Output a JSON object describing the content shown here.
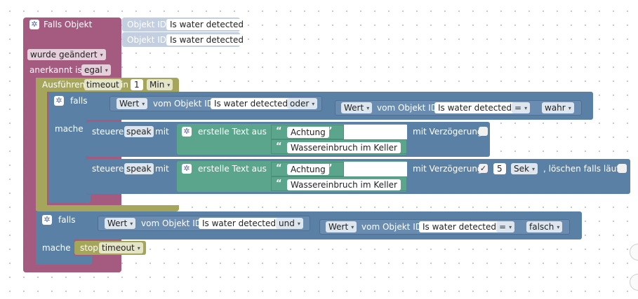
{
  "trigger": {
    "title": "Falls Objekt",
    "object_label_1": "Objekt ID",
    "object_value_1": "Is water detected",
    "object_label_2": "Objekt ID",
    "object_value_2": "Is water detected",
    "changed_value": "wurde geändert",
    "ack_label": "anerkannt ist",
    "ack_value": "egal"
  },
  "timeout_block": {
    "label": "Ausführen",
    "name": "timeout",
    "in_label": "in",
    "amount": "1",
    "unit": "Min"
  },
  "if_block_1": {
    "if_label": "falls",
    "do_label": "mache",
    "left_value": "Wert",
    "left_from": "vom Objekt ID",
    "left_object": "Is water detected",
    "operator": "oder",
    "right_value": "Wert",
    "right_from": "vom Objekt ID",
    "right_object": "Is water detected",
    "compare": "=",
    "compare_to": "wahr"
  },
  "speak_1": {
    "control_label": "steuere",
    "target": "speak",
    "with_label": "mit",
    "text_label": "erstelle Text aus",
    "text_1": "Achtung",
    "text_2": "Wassereinbruch im Keller",
    "delay_label": "mit Verzögerung"
  },
  "speak_2": {
    "control_label": "steuere",
    "target": "speak",
    "with_label": "mit",
    "text_label": "erstelle Text aus",
    "text_1": "Achtung",
    "text_2": "Wassereinbruch im Keller",
    "delay_label": "mit Verzögerung",
    "delay_checked": "✓",
    "delay_amount": "5",
    "delay_unit": "Sek",
    "clear_label": ", löschen falls läuft"
  },
  "if_block_2": {
    "if_label": "falls",
    "do_label": "mache",
    "left_value": "Wert",
    "left_from": "vom Objekt ID",
    "left_object": "Is water detected",
    "operator": "und",
    "right_value": "Wert",
    "right_from": "vom Objekt ID",
    "right_object": "Is water detected",
    "compare": "=",
    "compare_to": "falsch",
    "stop_label": "stop",
    "stop_target": "timeout"
  },
  "colors": {
    "trigger": "#a55b80",
    "timeout": "#a5a55b",
    "logic": "#5b80a5",
    "text": "#5ba58c",
    "object": "#c3cfe0"
  },
  "icons": [
    "gear-icon",
    "dropdown-arrow-icon",
    "quote-open-icon",
    "quote-close-icon",
    "checkbox-icon",
    "zoom-control-icon"
  ]
}
